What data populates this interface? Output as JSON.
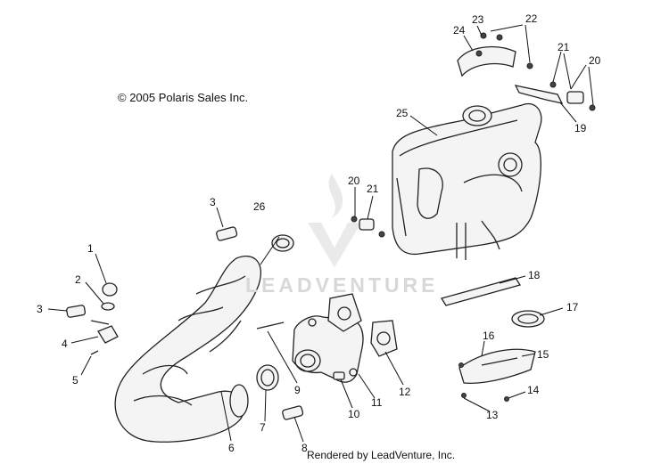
{
  "copyright": "© 2005 Polaris Sales Inc.",
  "rendered_by": "Rendered by LeadVenture, Inc.",
  "watermark": "LEADVENTURE",
  "callouts": [
    "1",
    "2",
    "3",
    "4",
    "5",
    "3",
    "6",
    "26",
    "7",
    "8",
    "9",
    "10",
    "11",
    "12",
    "20",
    "21",
    "25",
    "18",
    "17",
    "16",
    "15",
    "14",
    "13",
    "23",
    "22",
    "24",
    "21",
    "20",
    "19"
  ]
}
